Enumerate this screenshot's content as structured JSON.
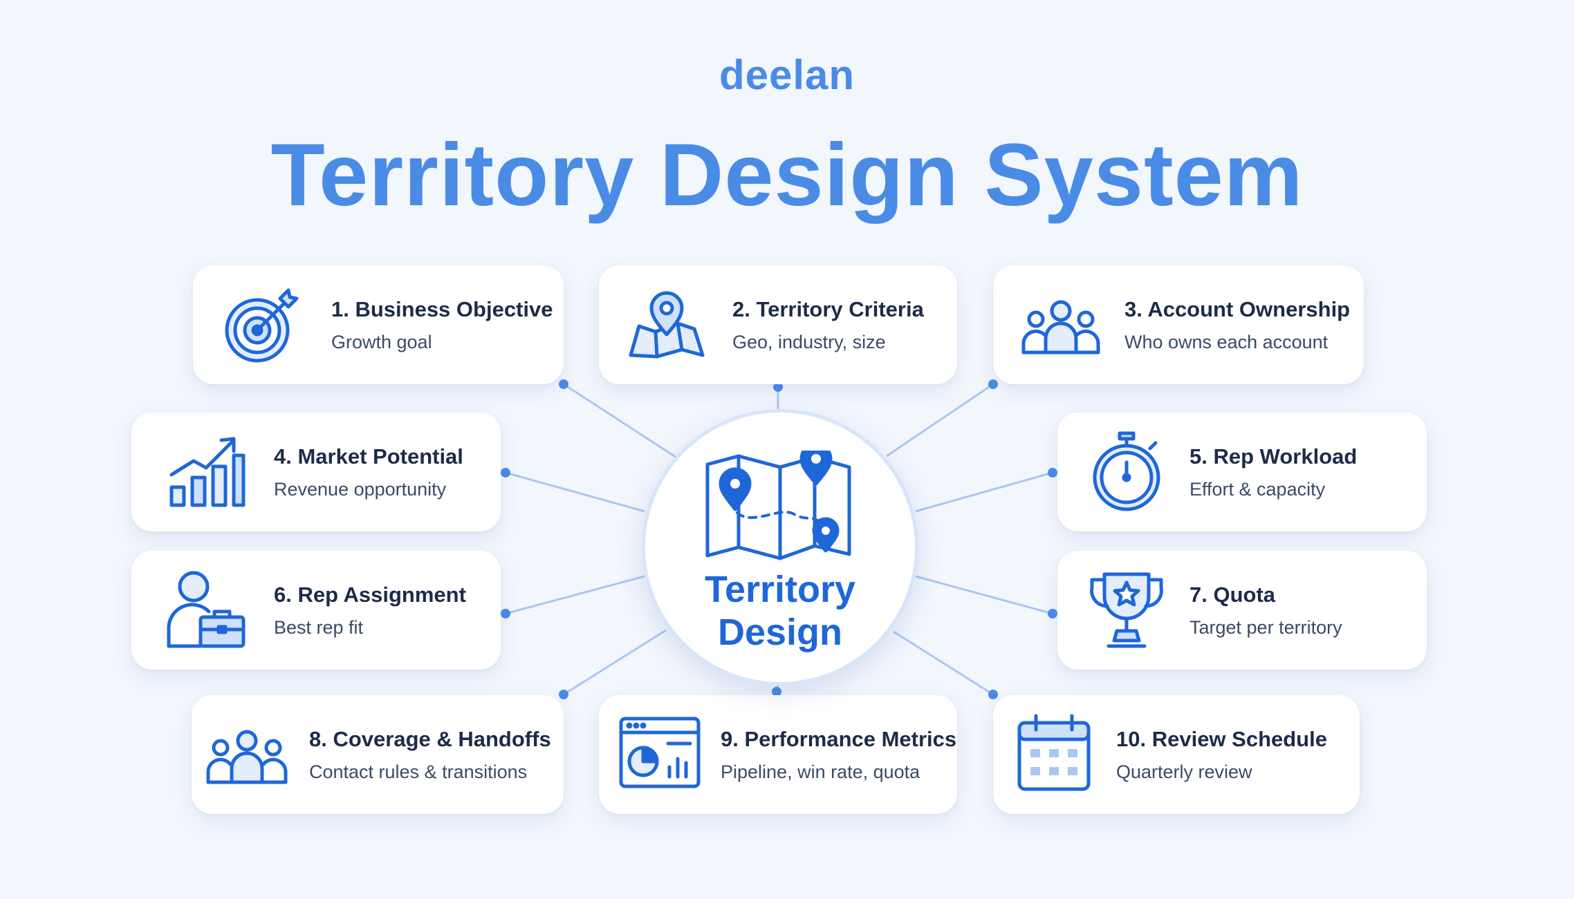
{
  "brand": "deelan",
  "title": "Territory Design System",
  "hub": {
    "line1": "Territory",
    "line2": "Design",
    "icon": "map-with-pins-icon"
  },
  "colors": {
    "accent": "#4a8be6",
    "icon": "#1f67d8",
    "text": "#1d2b49",
    "background": "#f2f6fd"
  },
  "cards": [
    {
      "title": "1. Business Objective",
      "subtitle": "Growth goal",
      "icon": "target-arrow-icon"
    },
    {
      "title": "2. Territory Criteria",
      "subtitle": "Geo, industry, size",
      "icon": "map-pin-icon"
    },
    {
      "title": "3. Account Ownership",
      "subtitle": "Who owns each account",
      "icon": "group-icon"
    },
    {
      "title": "4. Market Potential",
      "subtitle": "Revenue opportunity",
      "icon": "bar-chart-growth-icon"
    },
    {
      "title": "5. Rep Workload",
      "subtitle": "Effort & capacity",
      "icon": "stopwatch-icon"
    },
    {
      "title": "6. Rep Assignment",
      "subtitle": "Best rep fit",
      "icon": "person-briefcase-icon"
    },
    {
      "title": "7. Quota",
      "subtitle": "Target per territory",
      "icon": "trophy-icon"
    },
    {
      "title": "8. Coverage & Handoffs",
      "subtitle": "Contact rules & transitions",
      "icon": "team-icon"
    },
    {
      "title": "9. Performance Metrics",
      "subtitle": "Pipeline, win rate, quota",
      "icon": "dashboard-icon"
    },
    {
      "title": "10. Review Schedule",
      "subtitle": "Quarterly review",
      "icon": "calendar-icon"
    }
  ]
}
